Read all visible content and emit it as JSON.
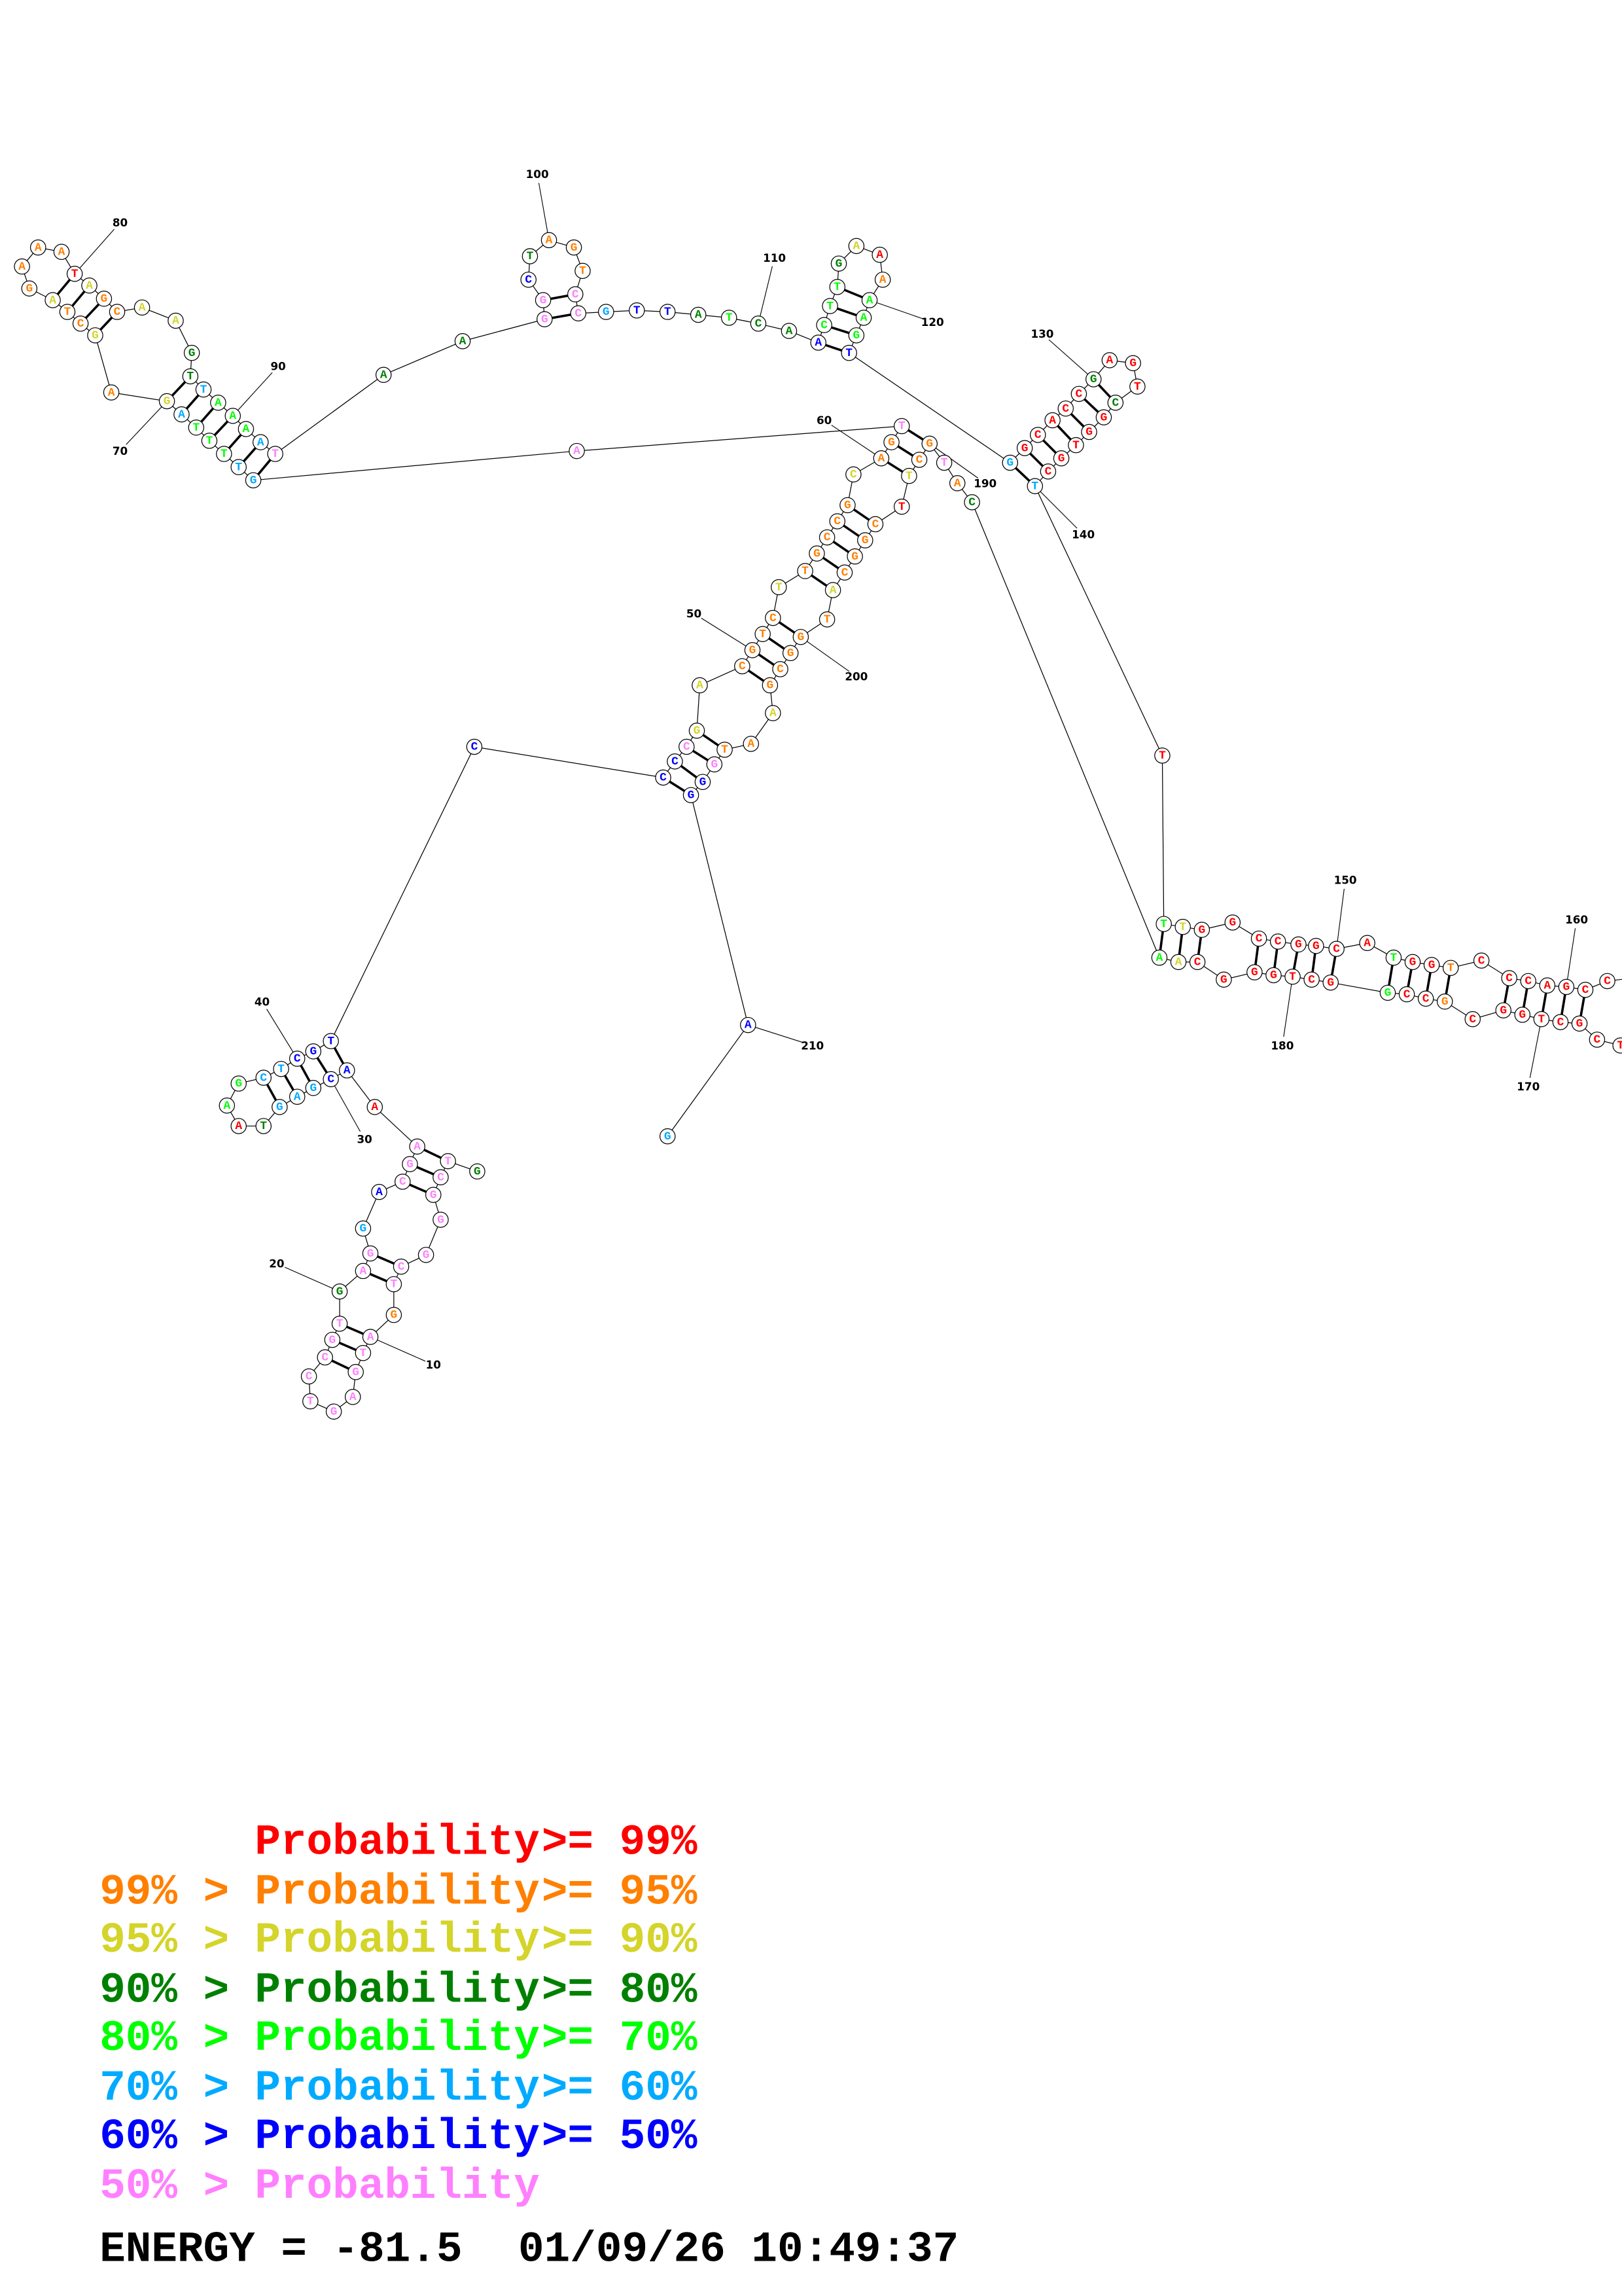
{
  "diagram": {
    "type": "rna-secondary-structure",
    "segments": [
      {
        "start": 1,
        "sequence": "GTCGGGCTGATGAGTCCGTGAGGACGAAACGAGTAAGCTCGTCCCCGACGTCTTGCCGCAGTAGTTTTAGAGCTAGAAATAGCAAGTTAAAATAAGGCTAGTCCGTTATCAACTTGAAAAAGTGGCACCGAGTCGGTGCTTTTGGCCGGCATGGTCCCAGCC",
        "prob_class": "dpppppppoppppppppppdpplbppprbbllldrggllbbbbbbpyyooooyoooooyooppllggglyoyooyooooryooyyddlggglpddppbdooopplbbdgddbgggdyrogggblrrrrrdrrrdrrrrrlrgyrrrrrrrrgrrorrrrrrr"
      },
      {
        "start": 166,
        "sequence": "TCGCTGGCGCCGGCTGGGCAACATGCTTCGGCATGGCGAATGGGAG",
        "prob_class": "rrrrrrrrorrgrrrrrrrygdopooyrooooyoooooyoopbbblg"
      }
    ],
    "position_labels": [
      "10",
      "20",
      "30",
      "40",
      "50",
      "60",
      "70",
      "80",
      "90",
      "100",
      "110",
      "120",
      "130",
      "140",
      "150",
      "160",
      "170",
      "180",
      "190",
      "200",
      "210"
    ],
    "class_colors": {
      "r": "#ff0000",
      "o": "#ff8000",
      "y": "#d4d42a",
      "d": "#008000",
      "g": "#00ff00",
      "l": "#00aaff",
      "b": "#0000ff",
      "p": "#ff80ff"
    }
  },
  "legend": [
    {
      "prefix": "",
      "label": "Probability",
      "suffix": ">= 99%",
      "color": "#ff0000"
    },
    {
      "prefix": "99% >",
      "label": "Probability",
      "suffix": ">= 95%",
      "color": "#ff8000"
    },
    {
      "prefix": "95% >",
      "label": "Probability",
      "suffix": ">= 90%",
      "color": "#d4d42a"
    },
    {
      "prefix": "90% >",
      "label": "Probability",
      "suffix": ">= 80%",
      "color": "#008000"
    },
    {
      "prefix": "80% >",
      "label": "Probability",
      "suffix": ">= 70%",
      "color": "#00ff00"
    },
    {
      "prefix": "70% >",
      "label": "Probability",
      "suffix": ">= 60%",
      "color": "#00aaff"
    },
    {
      "prefix": "60% >",
      "label": "Probability",
      "suffix": ">= 50%",
      "color": "#0000ff"
    },
    {
      "prefix": "50% >",
      "label": "Probability",
      "suffix": "",
      "color": "#ff80ff"
    }
  ],
  "footer": {
    "energy": "ENERGY = -81.5",
    "timestamp": "01/09/26 10:49:37"
  }
}
